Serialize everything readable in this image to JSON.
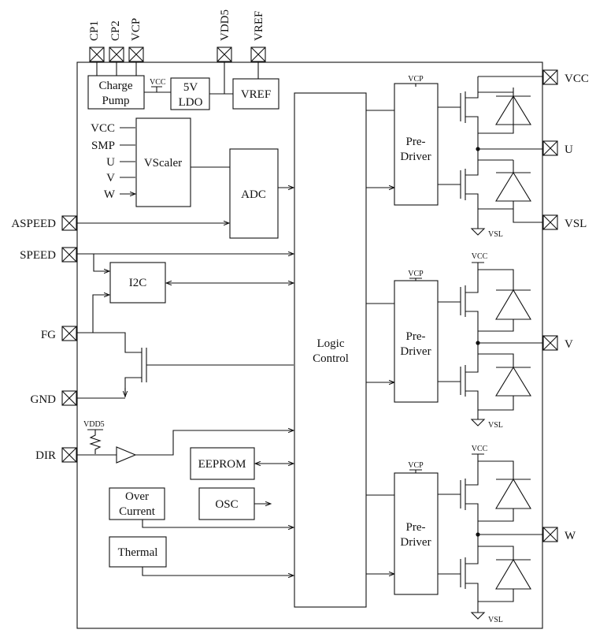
{
  "pins": {
    "cp1": "CP1",
    "cp2": "CP2",
    "vcp": "VCP",
    "vdd5": "VDD5",
    "vref": "VREF",
    "aspeed": "ASPEED",
    "speed": "SPEED",
    "fg": "FG",
    "gnd": "GND",
    "dir": "DIR",
    "vcc": "VCC",
    "u": "U",
    "vsl": "VSL",
    "v": "V",
    "w": "W"
  },
  "blocks": {
    "charge_pump": [
      "Charge",
      "Pump"
    ],
    "ldo": [
      "5V",
      "LDO"
    ],
    "vref": "VREF",
    "vscaler": "VScaler",
    "adc": "ADC",
    "i2c": "I2C",
    "logic_control": [
      "Logic",
      "Control"
    ],
    "pre_driver": [
      "Pre-",
      "Driver"
    ],
    "eeprom": "EEPROM",
    "osc": "OSC",
    "over_current": [
      "Over",
      "Current"
    ],
    "thermal": "Thermal"
  },
  "vscaler_inputs": [
    "VCC",
    "SMP",
    "U",
    "V",
    "W"
  ],
  "labels": {
    "vcc": "VCC",
    "vcp": "VCP",
    "vsl": "VSL",
    "vdd5": "VDD5"
  }
}
